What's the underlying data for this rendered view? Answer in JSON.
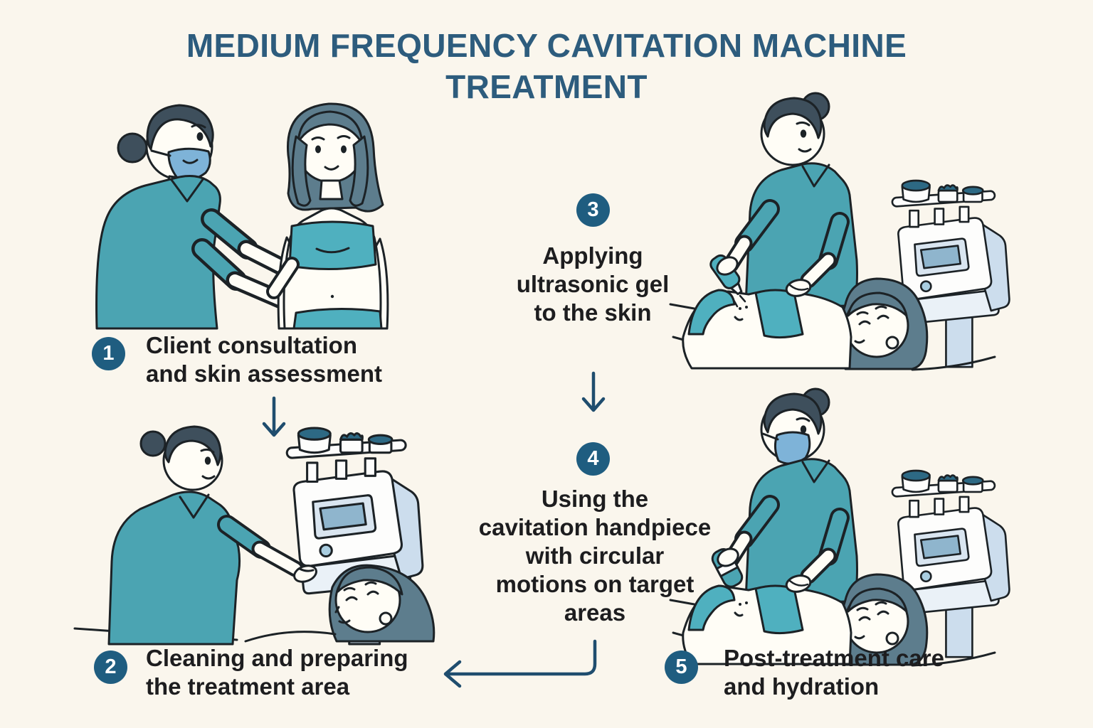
{
  "title": {
    "line1": "MEDIUM FREQUENCY CAVITATION MACHINE",
    "line2": "TREATMENT"
  },
  "steps": [
    {
      "number": "1",
      "label": "Client consultation and skin assessment",
      "lines": [
        "Client consultation",
        "and skin assessment"
      ]
    },
    {
      "number": "2",
      "label": "Cleaning and preparing the treatment area",
      "lines": [
        "Cleaning and preparing",
        "the treatment area"
      ]
    },
    {
      "number": "3",
      "label": "Applying ultrasonic gel to the skin",
      "lines": [
        "Applying",
        "ultrasonic gel",
        "to the skin"
      ]
    },
    {
      "number": "4",
      "label": "Using the cavitation handpiece with circular motions on target areas",
      "lines": [
        "Using the",
        "cavitation handpiece",
        "with circular",
        "motions on target",
        "areas"
      ]
    },
    {
      "number": "5",
      "label": "Post-treatment care and hydration",
      "lines": [
        "Post-treatment care",
        "and hydration"
      ]
    }
  ],
  "icons": {
    "down_arrow": "↓",
    "elbow_left_arrow": "↵"
  },
  "colors": {
    "background": "#faf6ed",
    "title": "#2d5c7d",
    "badge": "#1f5d80",
    "text": "#1d1d1f",
    "arrow": "#1f4d6e",
    "outline_ink": "#1c2226",
    "scrub_teal": "#4ba4b2",
    "garment_teal": "#4fb0bf",
    "therapist_hair": "#3e4f5c",
    "client_hair": "#5d7d8d",
    "mask_blue": "#7eb3d8",
    "machine_panel": "#ccdded",
    "machine_screen": "#8fb5cd",
    "handpiece_lid": "#2d6984"
  }
}
